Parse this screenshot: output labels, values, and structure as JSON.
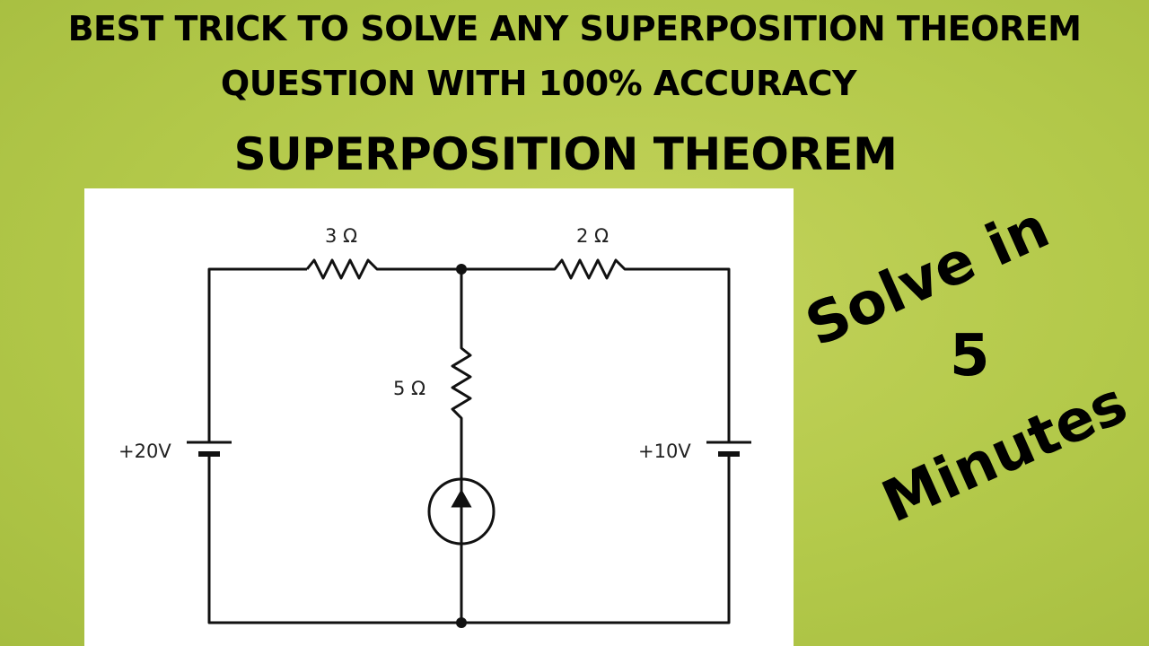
{
  "header": {
    "line1": "BEST TRICK TO SOLVE ANY SUPERPOSITION THEOREM",
    "line2": "QUESTION WITH 100% ACCURACY",
    "line3": "SUPERPOSITION THEOREM"
  },
  "circuit": {
    "r_top_left": "3 Ω",
    "r_top_right": "2 Ω",
    "r_middle": "5 Ω",
    "v_left": "+20V",
    "v_right": "+10V"
  },
  "badge": {
    "line1": "Solve in",
    "line2": "5",
    "line3": "Minutes"
  },
  "colors": {
    "background": "#b8cc4e",
    "panel": "#ffffff",
    "wire": "#111111"
  }
}
